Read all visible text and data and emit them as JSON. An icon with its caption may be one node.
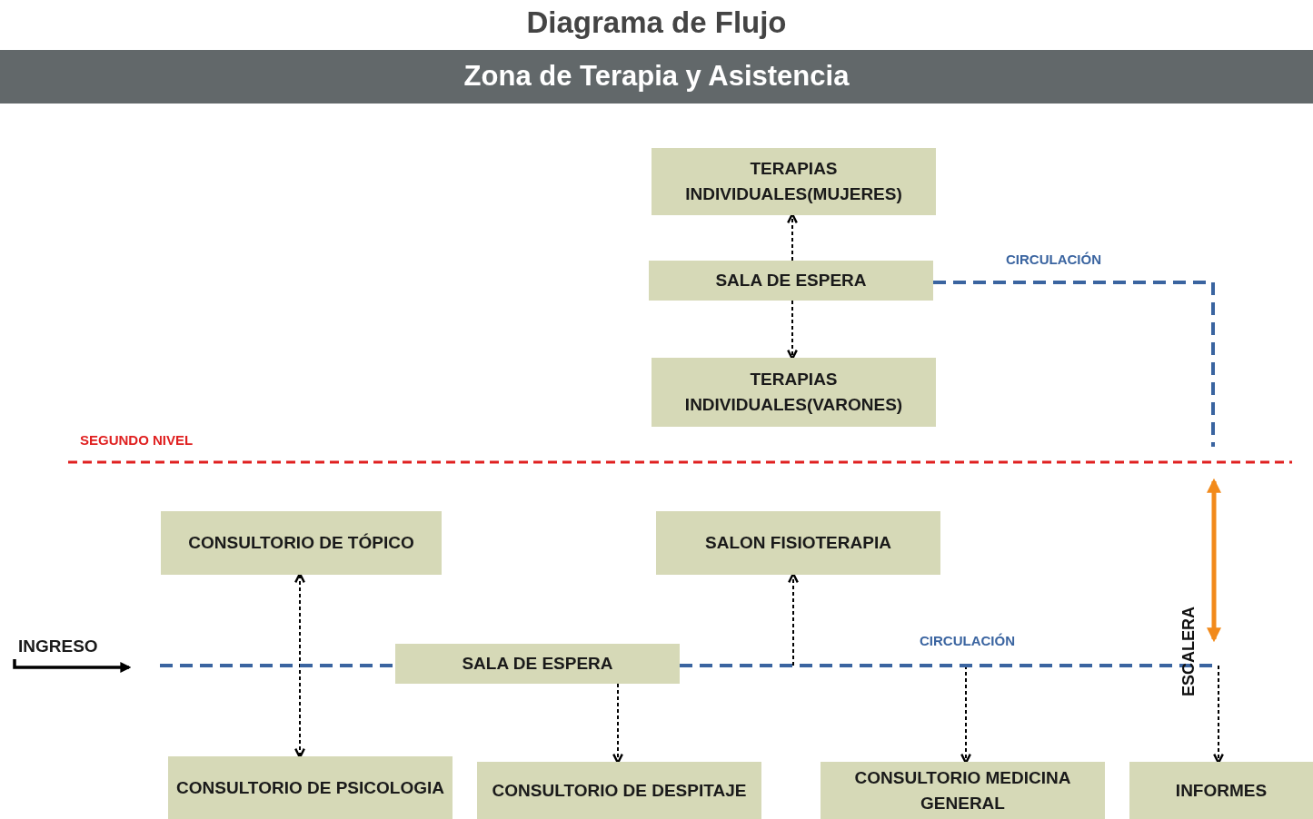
{
  "diagram": {
    "title": "Diagrama de Flujo",
    "nodes": [
      {
        "text": [
          "Zona de Terapia y Asistencia"
        ]
      },
      {
        "text": [
          "TERAPIAS INDIVIDUALES(MUJERES)"
        ]
      },
      {
        "text": [
          "SALA DE ESPERA"
        ]
      },
      {
        "text": [
          "TERAPIAS INDIVIDUALES(VARONES)"
        ]
      },
      {
        "text": [
          "CONSULTORIO DE TÓPICO"
        ]
      },
      {
        "text": [
          "SALON FISIOTERAPIA"
        ]
      },
      {
        "text": [
          "INGRESO"
        ]
      },
      {
        "text": [
          "SALA DE ESPERA"
        ]
      },
      {
        "text": [
          "CONSULTORIO DE PSICOLOGIA"
        ]
      },
      {
        "text": [
          "CONSULTORIO DE DESPITAJE"
        ]
      },
      {
        "text": [
          "CONSULTORIO MEDICINA GENERAL"
        ]
      },
      {
        "text": [
          "INFORMES"
        ]
      }
    ],
    "edges": [
      {
        "from": 2,
        "to": 1,
        "arrow": "to",
        "style": "dashed"
      },
      {
        "from": 2,
        "to": 3,
        "arrow": "to",
        "style": "dashed"
      },
      {
        "from": 4,
        "to": 8,
        "arrow": "both",
        "style": "dashed"
      },
      {
        "from": 7,
        "to": 9,
        "arrow": "to",
        "style": "dashed"
      },
      {
        "from": null,
        "to": 5,
        "arrow": "to",
        "style": "dashed"
      },
      {
        "from": null,
        "to": 10,
        "arrow": "to",
        "style": "dashed"
      },
      {
        "from": null,
        "to": 11,
        "arrow": "to",
        "style": "dashed"
      },
      {
        "from": 6,
        "to": null,
        "arrow": "to"
      },
      {
        "from": null,
        "to": 7,
        "arrow": "none",
        "style": "dashed",
        "color": "#3a64a0"
      },
      {
        "from": 7,
        "to": null,
        "arrow": "none",
        "style": "dashed",
        "color": "#3a64a0",
        "label": "CIRCULACIÓN"
      },
      {
        "from": 2,
        "to": null,
        "arrow": "none",
        "style": "dashed",
        "color": "#3a64a0",
        "label": "CIRCULACIÓN"
      }
    ],
    "labels": [
      "SEGUNDO NIVEL",
      "ESCALERA"
    ]
  }
}
